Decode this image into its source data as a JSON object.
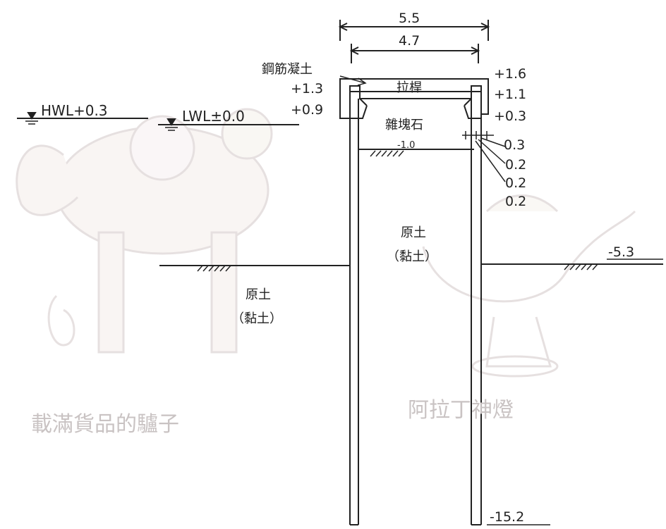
{
  "dimensions": {
    "top_width": "5.5",
    "inner_width": "4.7",
    "cap_thickness": "0.3",
    "layer_1": "0.2",
    "layer_2": "0.2",
    "layer_3": "0.2"
  },
  "elevations": {
    "top": "+1.6",
    "mid": "+1.1",
    "fill_top": "+0.3",
    "left_top": "+1.3",
    "left_mid": "+0.9",
    "fill_bottom": "-1.0",
    "ground_right": "-5.3",
    "pile_tip": "-15.2"
  },
  "water_levels": {
    "hwl": "HWL+0.3",
    "lwl": "LWL±0.0"
  },
  "materials": {
    "reinforced_concrete": "鋼筋凝土",
    "tie_rod": "拉桿",
    "rubble": "雜塊石",
    "soil_inside_1": "原土",
    "soil_inside_2": "（黏土）",
    "soil_outside_1": "原土",
    "soil_outside_2": "（黏土）"
  },
  "watermarks": {
    "donkey": "載滿貨品的驢子",
    "lamp": "阿拉丁神燈"
  },
  "colors": {
    "line": "#222222",
    "watermark": "#c9c3c3"
  }
}
